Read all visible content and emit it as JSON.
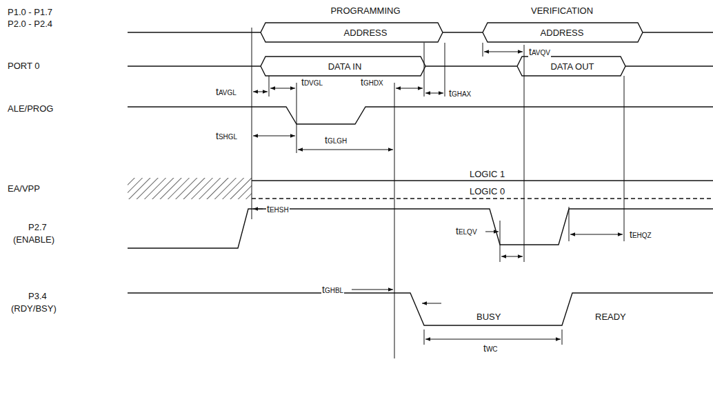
{
  "diagram": {
    "labels": [
      "P1.0 - P1.7",
      "P2.0 - P2.4",
      "PROGRAMMING",
      "ADDRESS",
      "VERIFICATION",
      "ADDRESS",
      "tAVQV",
      "PORT 0",
      "DATA IN",
      "DATA OUT",
      "tAVGL",
      "tDVGL",
      "tGHDX",
      "tGHAX",
      "ALE/PROG",
      "tSHGL",
      "tGLGH",
      "EA/VPP",
      "LOGIC 1",
      "LOGIC 0",
      "tEHSH",
      "P2.7",
      "(ENABLE)",
      "tELQV",
      "tEHQZ",
      "tGHBL",
      "P3.4",
      "(RDY/BSY)",
      "BUSY",
      "READY",
      "tWC"
    ]
  }
}
